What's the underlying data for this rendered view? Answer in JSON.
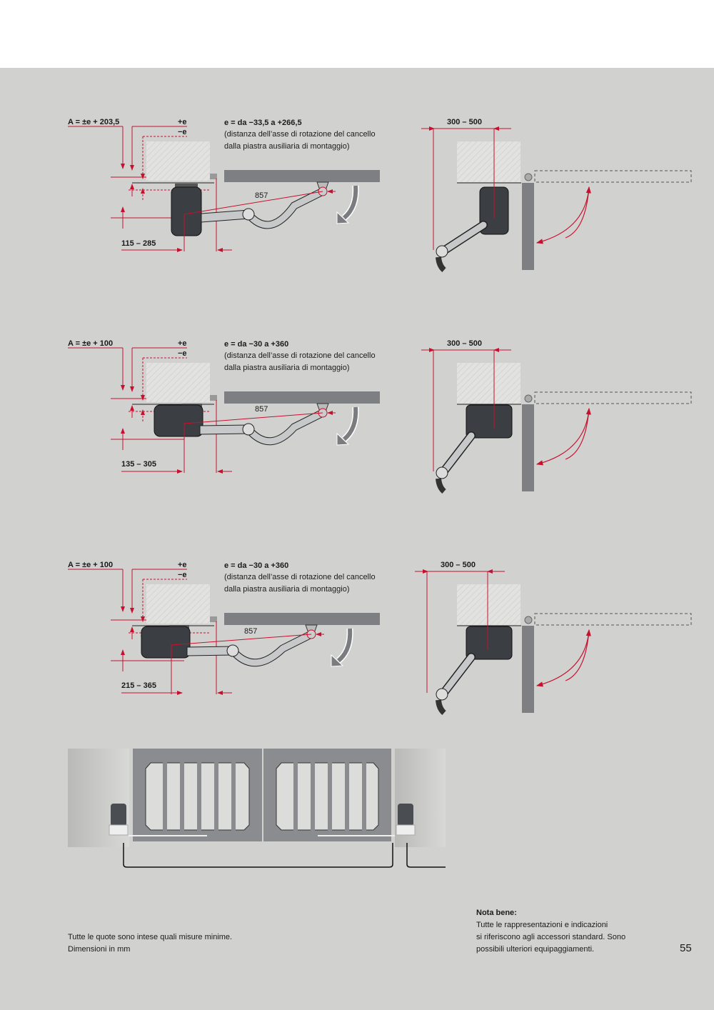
{
  "colors": {
    "background": "#d1d2d0",
    "dimension": "#c8102e",
    "gate": "#7d7f83",
    "motor": "#3b3e42"
  },
  "diagrams": [
    {
      "formula": "A = ±e + 203,5",
      "plus_e": "+e",
      "minus_e": "−e",
      "e_range": "e = da −33,5 a +266,5",
      "e_desc_1": "(distanza dell’asse di rotazione del cancello",
      "e_desc_2": "dalla piastra ausiliaria di montaggio)",
      "arm_length": "857",
      "offset": "115 – 285",
      "side_dim": "300 – 500"
    },
    {
      "formula": "A = ±e + 100",
      "plus_e": "+e",
      "minus_e": "−e",
      "e_range": "e = da −30 a +360",
      "e_desc_1": "(distanza dell’asse di rotazione del cancello",
      "e_desc_2": "dalla piastra ausiliaria di montaggio)",
      "arm_length": "857",
      "offset": "135 – 305",
      "side_dim": "300 – 500"
    },
    {
      "formula": "A = ±e + 100",
      "plus_e": "+e",
      "minus_e": "−e",
      "e_range": "e = da −30 a +360",
      "e_desc_1": "(distanza dell’asse di rotazione del cancello",
      "e_desc_2": "dalla piastra ausiliaria di montaggio)",
      "arm_length": "857",
      "offset": "215 – 365",
      "side_dim": "300 – 500"
    }
  ],
  "footer": {
    "note_left_1": "Tutte le quote sono intese quali misure minime.",
    "note_left_2": "Dimensioni in mm",
    "nota_title": "Nota bene:",
    "nota_1": "Tutte le rappresentazioni e indicazioni",
    "nota_2": "si riferiscono agli accessori standard. Sono",
    "nota_3": "possibili ulteriori equipaggiamenti.",
    "page_number": "55"
  }
}
